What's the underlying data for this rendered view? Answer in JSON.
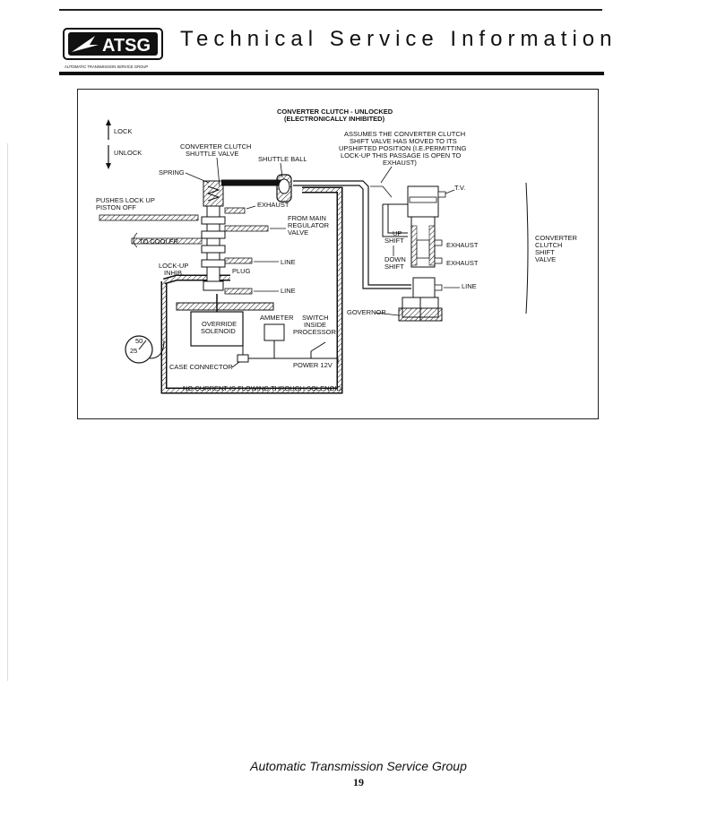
{
  "header": {
    "logo_text": "ATSG",
    "logo_ring_text": "AUTOMATIC TRANSMISSION SERVICE GROUP",
    "title": "Technical Service Information"
  },
  "diagram": {
    "title_line1": "CONVERTER CLUTCH - UNLOCKED",
    "title_line2": "(ELECTRONICALLY INHIBITED)",
    "lock": "LOCK",
    "unlock": "UNLOCK",
    "shuttle_valve_l1": "CONVERTER CLUTCH",
    "shuttle_valve_l2": "SHUTTLE VALVE",
    "shuttle_ball": "SHUTTLE BALL",
    "assumes_l1": "ASSUMES THE CONVERTER CLUTCH",
    "assumes_l2": "SHIFT VALVE HAS MOVED TO ITS",
    "assumes_l3": "UPSHIFTED POSITION (I.E.PERMITTING",
    "assumes_l4": "LOCK-UP THIS PASSAGE IS OPEN TO",
    "assumes_l5": "EXHAUST)",
    "spring": "SPRING",
    "pushes_l1": "PUSHES LOCK UP",
    "pushes_l2": "PISTON OFF",
    "exhaust": "EXHAUST",
    "from_main_l1": "FROM MAIN",
    "from_main_l2": "REGULATOR",
    "from_main_l3": "VALVE",
    "to_cooler": "TO COOLER",
    "lockup_inhib_l1": "LOCK-UP",
    "lockup_inhib_l2": "INHIB.",
    "plug": "PLUG",
    "line": "LINE",
    "override_l1": "OVERRIDE",
    "override_l2": "SOLENOID",
    "ammeter": "AMMETER",
    "switch_l1": "SWITCH",
    "switch_l2": "INSIDE",
    "switch_l3": "PROCESSOR",
    "gauge_top": "50",
    "gauge_side": "25",
    "case_connector": "CASE CONNECTOR",
    "power": "POWER 12V",
    "no_current": "NO CURRENT IS FLOWING THROUGH SOLENOID",
    "governor": "GOVERNOR",
    "tv": "T.V.",
    "up_shift_l1": "UP",
    "up_shift_l2": "SHIFT",
    "down_shift_l1": "DOWN",
    "down_shift_l2": "SHIFT",
    "exhaust_upper": "EXHAUST",
    "exhaust_lower": "EXHAUST",
    "line_right": "LINE",
    "ccsv_l1": "CONVERTER",
    "ccsv_l2": "CLUTCH",
    "ccsv_l3": "SHIFT",
    "ccsv_l4": "VALVE"
  },
  "footer": {
    "group": "Automatic Transmission Service Group",
    "page": "19"
  }
}
